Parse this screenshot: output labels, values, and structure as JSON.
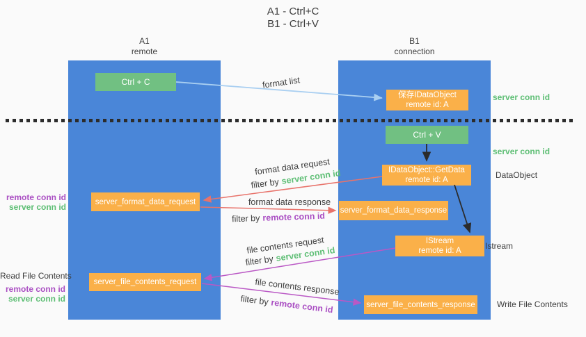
{
  "colors": {
    "background": "#fafafa",
    "lane_blue": "#4a86d8",
    "box_orange": "#fab049",
    "box_green": "#71c082",
    "green_text": "#5dbe74",
    "purple_text": "#aa4fc3",
    "red_arrow": "#e8736b",
    "magenta_arrow": "#ba58c5",
    "light_blue_arrow": "#a9cff1",
    "black_arrow": "#2b2b2b",
    "dark_text": "#3d3d3d"
  },
  "title": {
    "line1": "A1 - Ctrl+C",
    "line2": "B1 - Ctrl+V"
  },
  "lanes": {
    "a1": {
      "name": "A1",
      "subtitle": "remote"
    },
    "b1": {
      "name": "B1",
      "subtitle": "connection"
    }
  },
  "nodes": {
    "ctrl_c": {
      "label": "Ctrl + C"
    },
    "ctrl_v": {
      "label": "Ctrl + V"
    },
    "save_idataobject": {
      "line1": "保存IDataObject",
      "line2": "remote id: A"
    },
    "getdata": {
      "line1": "IDataObject::GetData",
      "line2": "remote id: A"
    },
    "istream": {
      "line1": "IStream",
      "line2": "remote id: A"
    },
    "format_request": {
      "label": "server_format_data_request"
    },
    "format_response": {
      "label": "server_format_data_response"
    },
    "file_request": {
      "label": "server_file_contents_request"
    },
    "file_response": {
      "label": "server_file_contents_response"
    }
  },
  "labels": {
    "format_list": "format list",
    "format_data_request": "format data request",
    "format_data_response": "format data response",
    "file_contents_request": "file contents request",
    "file_contents_response": "file contents response",
    "filter_by": "filter by",
    "server_conn_id": "server conn id",
    "remote_conn_id": "remote conn id",
    "read_file_contents": "Read File Contents",
    "write_file_contents": "Write File Contents",
    "dataobject": "DataObject",
    "istream": "Istream"
  }
}
